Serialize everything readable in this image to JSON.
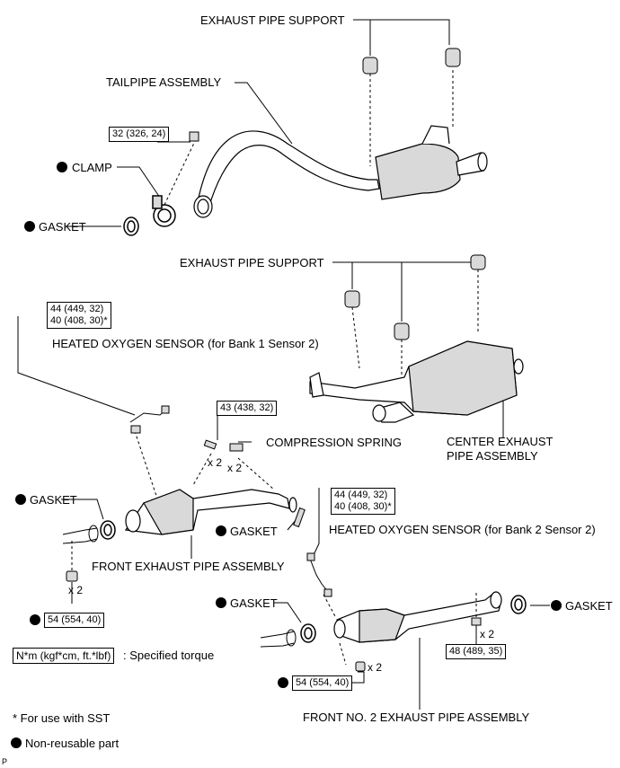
{
  "labels": {
    "exhaust_pipe_support_top": "EXHAUST PIPE SUPPORT",
    "tailpipe_assembly": "TAILPIPE ASSEMBLY",
    "clamp": "CLAMP",
    "gasket_top": "GASKET",
    "exhaust_pipe_support_mid": "EXHAUST PIPE SUPPORT",
    "hos_bank1": "HEATED OXYGEN SENSOR (for Bank 1 Sensor 2)",
    "compression_spring": "COMPRESSION SPRING",
    "center_exhaust_line1": "CENTER EXHAUST",
    "center_exhaust_line2": "PIPE ASSEMBLY",
    "gasket_left": "GASKET",
    "gasket_center": "GASKET",
    "front_exhaust_pipe": "FRONT EXHAUST PIPE ASSEMBLY",
    "hos_bank2": "HEATED OXYGEN SENSOR (for Bank 2 Sensor 2)",
    "gasket_lower_left": "GASKET",
    "gasket_right": "GASKET",
    "front_no2_exhaust": "FRONT NO. 2 EXHAUST PIPE ASSEMBLY",
    "x2_bolt": "x 2",
    "x2_spring": "x 2",
    "x2_nut_left": "x 2",
    "x2_nut_right": "x 2",
    "x2_nut_lower": "x 2",
    "corner_letter": "P"
  },
  "torques": {
    "clamp_bolt": "32 (326, 24)",
    "hos_bank1_a": "44 (449, 32)",
    "hos_bank1_b": "40 (408, 30)*",
    "spring_bolt": "43 (438, 32)",
    "hos_bank2_a": "44 (449, 32)",
    "hos_bank2_b": "40 (408, 30)*",
    "front_nut": "54 (554, 40)",
    "rear_bolt": "48 (489, 35)",
    "no2_nut": "54 (554, 40)"
  },
  "legend": {
    "torque_unit_box": "N*m (kgf*cm, ft.*lbf)",
    "torque_text": ": Specified torque",
    "sst_note": "* For use with SST",
    "non_reusable": "Non-reusable part"
  },
  "colors": {
    "ink": "#000000",
    "background": "#ffffff",
    "fill": "#d9d9d9"
  }
}
